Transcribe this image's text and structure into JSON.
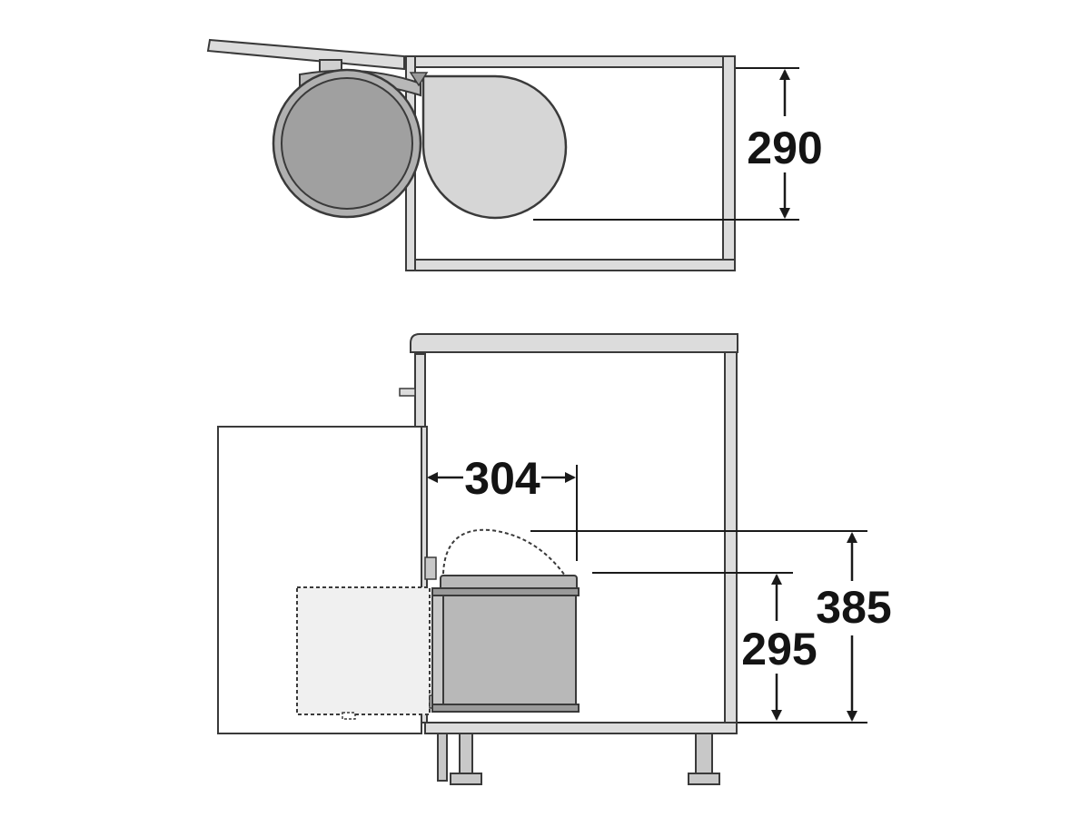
{
  "figure": {
    "top_view": {
      "dimension_depth": "290"
    },
    "side_view": {
      "dimension_pullout": "304",
      "dimension_bin_height": "295",
      "dimension_total_height": "385"
    }
  },
  "colors": {
    "outline": "#3a3a3a",
    "panel_fill": "#dcdcdc",
    "panel_light": "#e8e8e8",
    "bin_dark": "#9a9a9a",
    "bin_mid": "#b8b8b8",
    "bin_light": "#d6d6d6",
    "dimension_line": "#1a1a1a",
    "background": "#ffffff"
  }
}
